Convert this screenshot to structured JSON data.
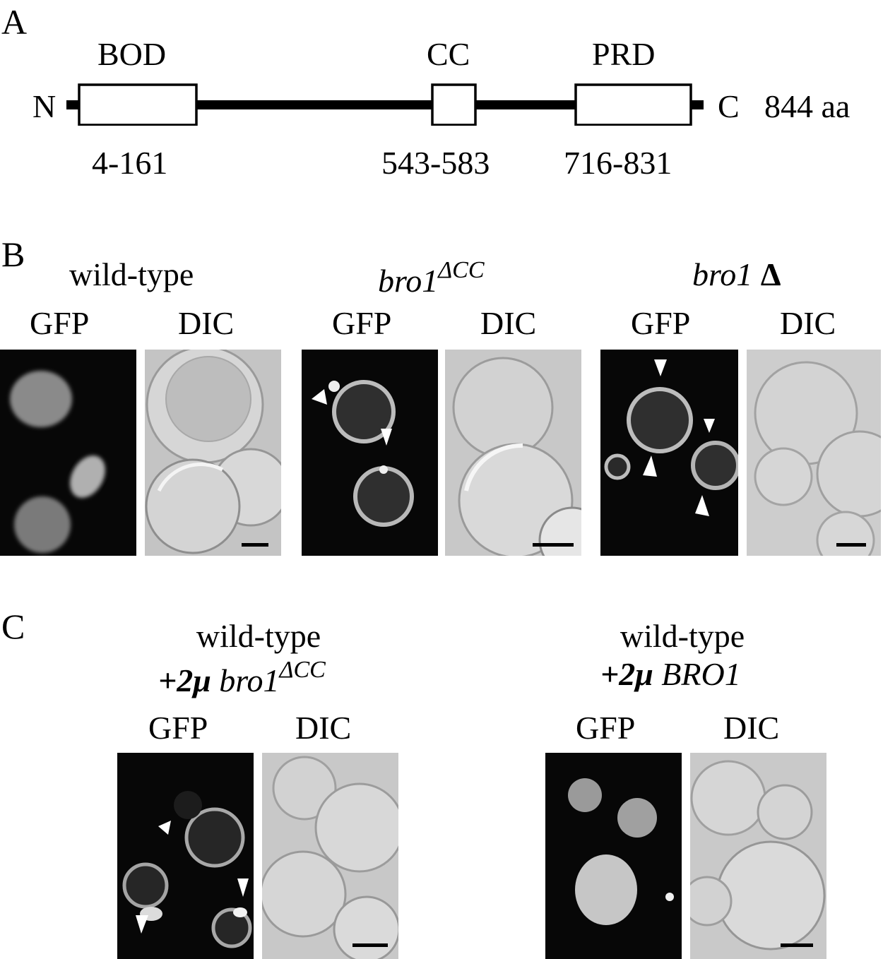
{
  "panels": {
    "A": {
      "letter": "A",
      "domains": [
        {
          "name": "BOD",
          "range": "4-161"
        },
        {
          "name": "CC",
          "range": "543-583"
        },
        {
          "name": "PRD",
          "range": "716-831"
        }
      ],
      "n_label": "N",
      "c_label": "C",
      "length": "844 aa"
    },
    "B": {
      "letter": "B",
      "groups": [
        {
          "title": "wild-type",
          "gfp": "GFP",
          "dic": "DIC"
        },
        {
          "title_main": "bro1",
          "title_sup": "ΔCC",
          "gfp": "GFP",
          "dic": "DIC"
        },
        {
          "title_main": "bro1",
          "title_suffix": "Δ",
          "gfp": "GFP",
          "dic": "DIC"
        }
      ]
    },
    "C": {
      "letter": "C",
      "groups": [
        {
          "line1": "wild-type",
          "line2_prefix": "+2μ",
          "line2_main": "bro1",
          "line2_sup": "ΔCC",
          "gfp": "GFP",
          "dic": "DIC"
        },
        {
          "line1": "wild-type",
          "line2_prefix": "+2μ",
          "line2_main": "BRO1",
          "gfp": "GFP",
          "dic": "DIC"
        }
      ]
    }
  }
}
